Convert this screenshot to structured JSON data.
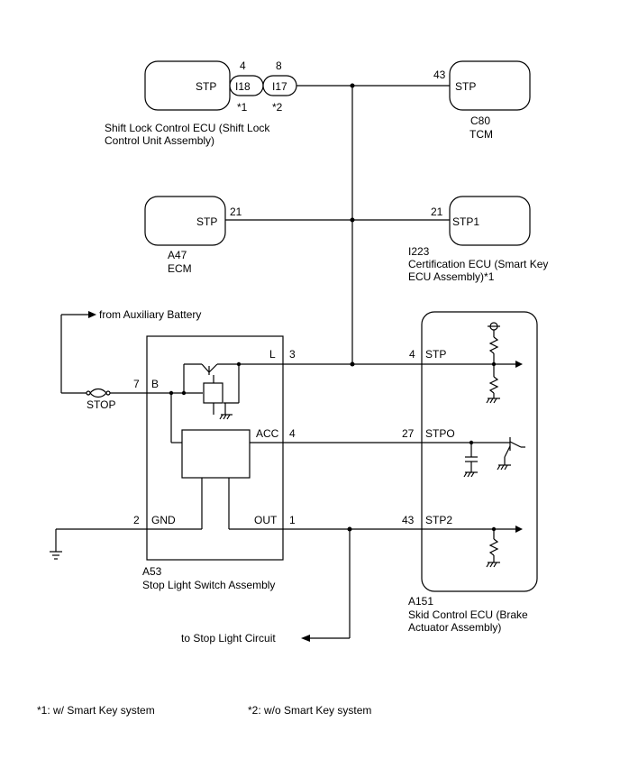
{
  "shift_lock_ecu": {
    "pin_label": "STP",
    "connector_i18": "I18",
    "connector_i17": "I17",
    "i18_pin": "4",
    "i17_pin": "8",
    "i18_note": "*1",
    "i17_note": "*2",
    "name_line1": "Shift Lock Control ECU (Shift Lock",
    "name_line2": "Control Unit Assembly)"
  },
  "tcm": {
    "pin_number": "43",
    "pin_label": "STP",
    "code": "C80",
    "name": "TCM"
  },
  "ecm": {
    "pin_number": "21",
    "pin_label": "STP",
    "code": "A47",
    "name": "ECM"
  },
  "certification_ecu": {
    "pin_number": "21",
    "pin_label": "STP1",
    "code": "I223",
    "name_line1": "Certification ECU (Smart Key",
    "name_line2": "ECU Assembly)*1"
  },
  "stop_light_switch": {
    "from_battery": "from Auxiliary Battery",
    "fuse_label": "STOP",
    "pin_b_number": "7",
    "pin_b_label": "B",
    "pin_l_label": "L",
    "pin_l_number": "3",
    "pin_acc_label": "ACC",
    "pin_acc_number": "4",
    "pin_gnd_number": "2",
    "pin_gnd_label": "GND",
    "pin_out_label": "OUT",
    "pin_out_number": "1",
    "code": "A53",
    "name": "Stop Light Switch Assembly"
  },
  "skid_control_ecu": {
    "stp_number": "4",
    "stp_label": "STP",
    "stpo_number": "27",
    "stpo_label": "STPO",
    "stp2_number": "43",
    "stp2_label": "STP2",
    "code": "A151",
    "name_line1": "Skid Control ECU (Brake",
    "name_line2": "Actuator Assembly)"
  },
  "to_stop_light": "to Stop Light Circuit",
  "notes": {
    "note1": "*1: w/ Smart Key system",
    "note2": "*2: w/o Smart Key system"
  }
}
